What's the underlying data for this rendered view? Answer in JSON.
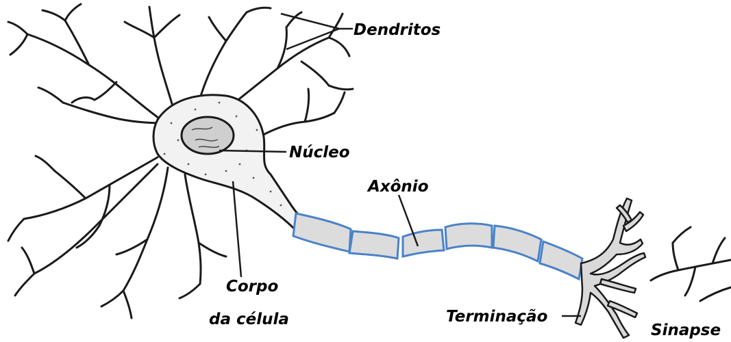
{
  "labels": {
    "dendrites": "Dendritos",
    "nucleus": "Núcleo",
    "axon": "Axônio",
    "cell_body_line1": "Corpo",
    "cell_body_line2": "da célula",
    "terminal": "Terminação",
    "synapse": "Sinapse"
  },
  "colors": {
    "ink": "#1a1a1a",
    "myelin_fill": "#dcdcdc",
    "myelin_stroke": "#4a82c8",
    "soma_fill": "#f2f2f2",
    "terminal_fill": "#d9d9d9"
  }
}
